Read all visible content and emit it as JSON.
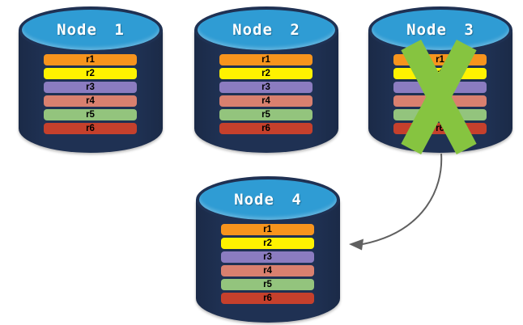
{
  "diagram": {
    "type": "database-replication-failover",
    "nodes": [
      {
        "label": "Node 1",
        "rows": [
          "r1",
          "r2",
          "r3",
          "r4",
          "r5",
          "r6"
        ],
        "failed": false
      },
      {
        "label": "Node 2",
        "rows": [
          "r1",
          "r2",
          "r3",
          "r4",
          "r5",
          "r6"
        ],
        "failed": false
      },
      {
        "label": "Node 3",
        "rows": [
          "r1",
          "r2",
          "r3",
          "r4",
          "r5",
          "r6"
        ],
        "failed": true
      },
      {
        "label": "Node 4",
        "rows": [
          "r1",
          "r2",
          "r3",
          "r4",
          "r5",
          "r6"
        ],
        "failed": false
      }
    ],
    "row_colors": [
      "#F7941D",
      "#FFF200",
      "#8B7CC0",
      "#D9806F",
      "#93C47D",
      "#C5402C"
    ],
    "colors": {
      "cylinder_body": "#1F3153",
      "cylinder_top": "#2F9CD4",
      "failure_x": "#86C440",
      "arrow": "#606060",
      "node_label_text": "#FFFFFF",
      "row_label_text": "#000000",
      "background": "#FFFFFF"
    },
    "arrow": {
      "from": "Node 3",
      "to": "Node 4"
    }
  }
}
